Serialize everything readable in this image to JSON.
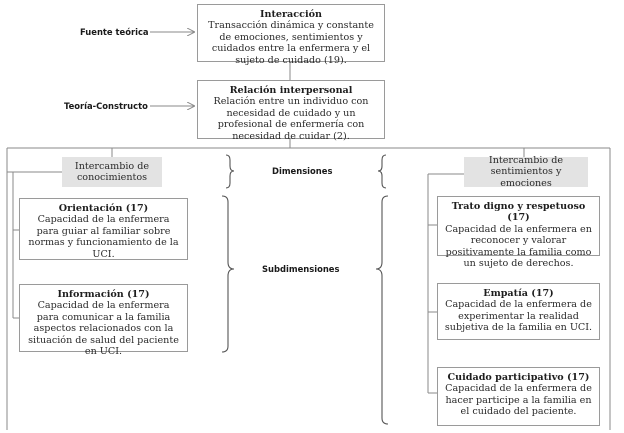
{
  "labels": {
    "fuente": "Fuente teórica",
    "teoria": "Teoría-Constructo",
    "dimensiones": "Dimensiones",
    "subdimensiones": "Subdimensiones"
  },
  "top": {
    "title": "Interacción",
    "desc": "Transacción dinámica y constante de emociones, sentimientos y cuidados entre la enfermera y el sujeto de cuidado (19)."
  },
  "middle": {
    "title": "Relación interpersonal",
    "desc": "Relación entre un individuo con necesidad de cuidado y un profesional de enfermería con necesidad de cuidar (2)."
  },
  "left": {
    "header": "Intercambio de conocimientos",
    "items": [
      {
        "title": "Orientación (17)",
        "desc": "Capacidad de la enfermera para guiar al familiar sobre normas y funcionamiento de la UCI."
      },
      {
        "title": "Información (17)",
        "desc": "Capacidad de la enfermera para comunicar a la familia aspectos relacionados con la situación de salud del paciente en UCI."
      }
    ]
  },
  "right": {
    "header": "Intercambio de sentimientos y emociones",
    "items": [
      {
        "title": "Trato digno y respetuoso (17)",
        "desc": "Capacidad de la enfermera en reconocer y valorar positivamente la familia como un sujeto de derechos."
      },
      {
        "title": "Empatía (17)",
        "desc": "Capacidad de la enfermera de experimentar la realidad subjetiva de la familia en UCI."
      },
      {
        "title": "Cuidado participativo (17)",
        "desc": "Capacidad de la enfermera de hacer participe a la familia en el cuidado del paciente."
      }
    ]
  }
}
